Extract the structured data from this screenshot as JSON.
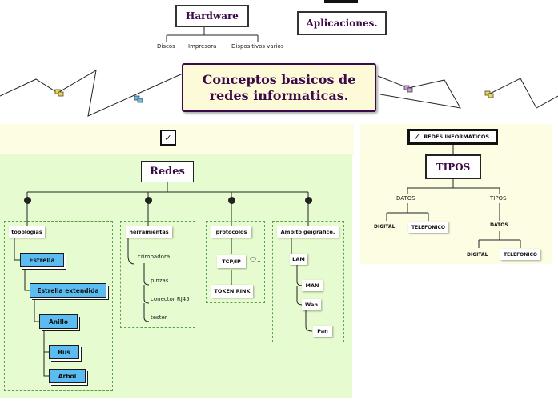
{
  "top": {
    "hardware": "Hardware",
    "hardware_children": [
      "Discos",
      "Impresora",
      "Dispositivos varios"
    ],
    "aplicaciones": "Aplicaciones.",
    "central_title": "Conceptos basicos de redes informaticas."
  },
  "left_panel": {
    "checkbox": "✓",
    "redes": "Redes",
    "topologias": {
      "title": "topologias",
      "items": [
        "Estrella",
        "Estrella extendida",
        "Anillo",
        "Bus",
        "Arbol"
      ]
    },
    "herramientas": {
      "title": "herramientas",
      "crimpadora": "crimpadora",
      "items": [
        "pinzas",
        "conector RJ45",
        "tester"
      ]
    },
    "protocolos": {
      "title": "protocolos",
      "items": [
        "TCP/IP",
        "TOKEN RINK"
      ],
      "comment_count": "1"
    },
    "ambito": {
      "title": "Ambito geigrafico.",
      "items": [
        "LAM",
        "MAN",
        "Wan",
        "Pan"
      ]
    }
  },
  "right_panel": {
    "checkbox_label": "REDES INFORMATICOS",
    "checkbox_mark": "✓",
    "tipos": "TIPOS",
    "datos_branch": {
      "label": "DATOS",
      "children": [
        "DIGITAL",
        "TELEFONICO"
      ]
    },
    "tipos_branch": {
      "label": "TIPOS",
      "child": "DATOS",
      "children": [
        "DIGITAL",
        "TELEFONICO"
      ]
    }
  },
  "colors": {
    "title_purple": "#3a0a4a",
    "node_blue": "#5bbcf2",
    "panel_green": "#e6fbcf",
    "panel_yellow": "#fdfde3"
  }
}
